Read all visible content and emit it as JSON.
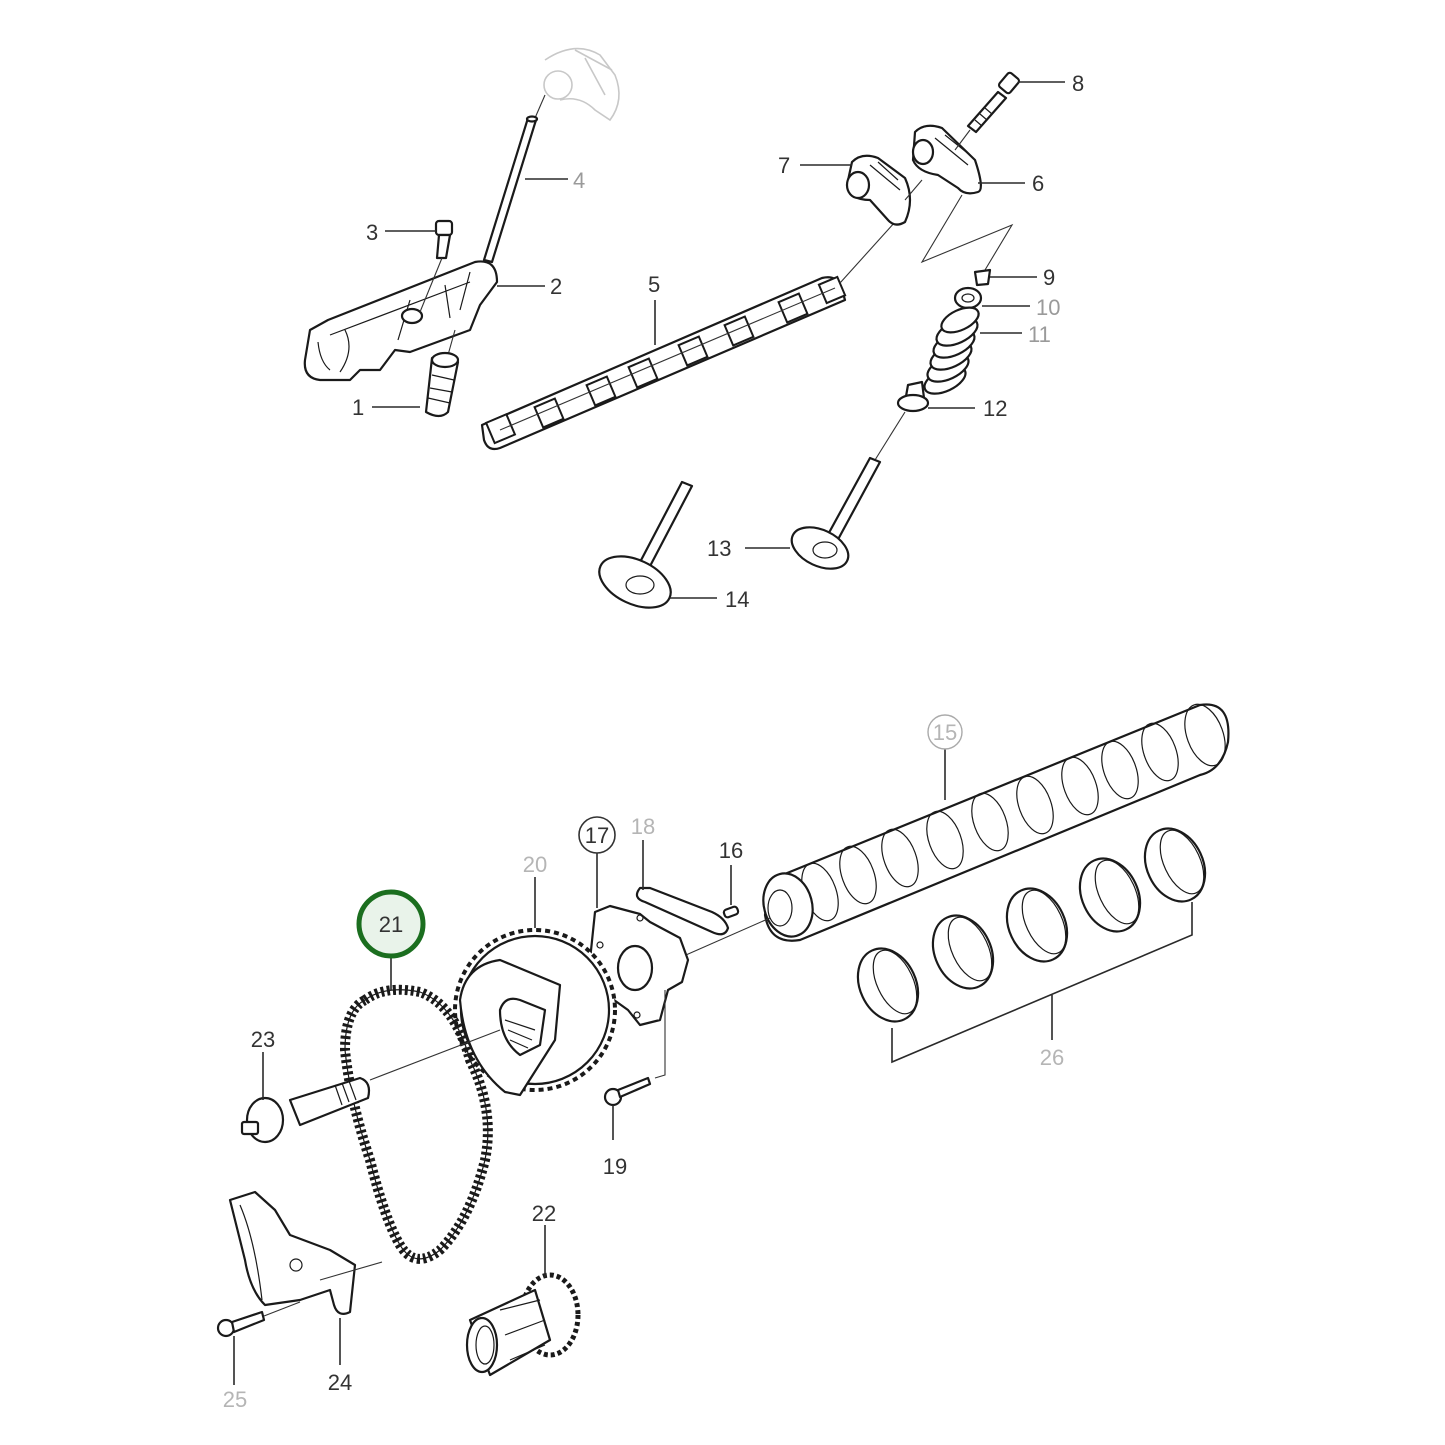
{
  "diagram": {
    "type": "exploded-parts-diagram",
    "subject": "engine valvetrain and camshaft timing components",
    "highlight_color": "#1b6e1f",
    "highlight_fill": "#e9f3ea",
    "selected_callout": "21"
  },
  "callouts": [
    {
      "id": "1",
      "label": "1",
      "style": "dark"
    },
    {
      "id": "2",
      "label": "2",
      "style": "dark"
    },
    {
      "id": "3",
      "label": "3",
      "style": "dark"
    },
    {
      "id": "4",
      "label": "4",
      "style": "gray"
    },
    {
      "id": "5",
      "label": "5",
      "style": "dark"
    },
    {
      "id": "6",
      "label": "6",
      "style": "dark"
    },
    {
      "id": "7",
      "label": "7",
      "style": "dark"
    },
    {
      "id": "8",
      "label": "8",
      "style": "dark"
    },
    {
      "id": "9",
      "label": "9",
      "style": "dark"
    },
    {
      "id": "10",
      "label": "10",
      "style": "gray"
    },
    {
      "id": "11",
      "label": "11",
      "style": "gray"
    },
    {
      "id": "12",
      "label": "12",
      "style": "dark"
    },
    {
      "id": "13",
      "label": "13",
      "style": "dark"
    },
    {
      "id": "14",
      "label": "14",
      "style": "dark"
    },
    {
      "id": "15",
      "label": "15",
      "style": "light-circled"
    },
    {
      "id": "16",
      "label": "16",
      "style": "dark"
    },
    {
      "id": "17",
      "label": "17",
      "style": "dark-circled"
    },
    {
      "id": "18",
      "label": "18",
      "style": "light"
    },
    {
      "id": "19",
      "label": "19",
      "style": "dark"
    },
    {
      "id": "20",
      "label": "20",
      "style": "light"
    },
    {
      "id": "21",
      "label": "21",
      "style": "highlighted-circled"
    },
    {
      "id": "22",
      "label": "22",
      "style": "dark"
    },
    {
      "id": "23",
      "label": "23",
      "style": "dark"
    },
    {
      "id": "24",
      "label": "24",
      "style": "dark"
    },
    {
      "id": "25",
      "label": "25",
      "style": "light"
    },
    {
      "id": "26",
      "label": "26",
      "style": "light"
    }
  ]
}
